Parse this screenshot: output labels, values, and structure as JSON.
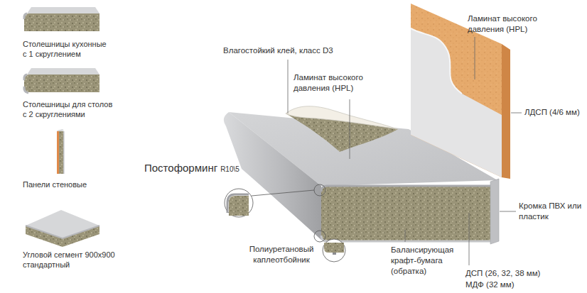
{
  "diagram": {
    "labels": [
      "Столешницы кухонные с 1 скруглением",
      "Столешницы для столов с 2 скруглениями",
      "Панели стеновые",
      "Угловой сегмент 900х900 стандартный",
      "Ламинат высокого давления (HPL)",
      "Влагостойкий клей, класс D3",
      "Ламинат высокого давления (HPL)",
      "ЛДСП (4/6 мм)",
      "Постоформинг",
      "R10\\5",
      "Кромка ПВХ или пластик",
      "Полиуретановый каплеотбойник",
      "Балансирующая крафт-бумага (обратка)",
      "ДСП (26, 32, 38 мм)",
      "МДФ (32 мм)"
    ]
  }
}
